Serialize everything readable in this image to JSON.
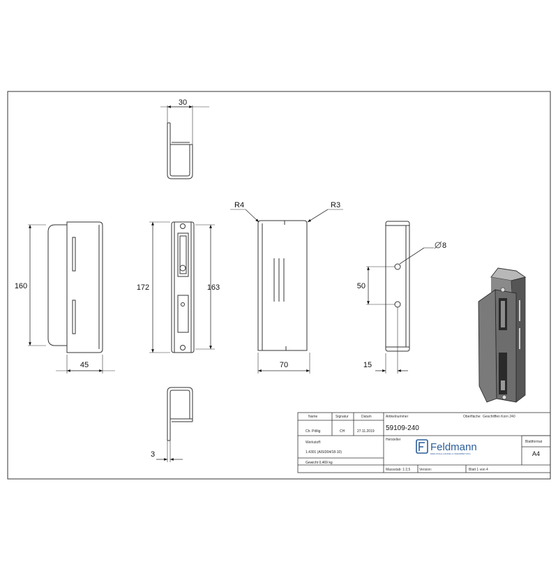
{
  "drawing": {
    "dimensions": {
      "top_width": "30",
      "height_left": "160",
      "width_bottom_left": "45",
      "height_outer": "172",
      "height_inner": "163",
      "radius_left": "R4",
      "radius_right": "R3",
      "width_side": "70",
      "hole_dia": "8",
      "hole_spacing": "50",
      "offset_right": "15",
      "thickness": "3"
    }
  },
  "title_block": {
    "col_name": "Name",
    "col_signature": "Signatur",
    "col_date": "Datum",
    "name": "Ch. Pöllig",
    "signature": "CH",
    "date": "27.11.2019",
    "article_label": "Artikelnummer",
    "surface_label": "Oberfläche:",
    "surface_value": "Geschliffen Korn 240",
    "article_number": "59109-240",
    "manufacturer_label": "Hersteller",
    "material_label": "Werkstoff:",
    "material_value": "1.4301 (AISI304/18-10)",
    "weight_label": "Gewicht 0,469 kg",
    "scale_label": "Massstab: 1:2,5",
    "version_label": "Version:",
    "sheet_label": "Blatt 1 von 4",
    "format_label": "Blattformat",
    "format_value": "A4",
    "logo_text": "Feldmann",
    "logo_tagline": "EDELSTAHL-HANDEL & VERARBEITUNG"
  }
}
